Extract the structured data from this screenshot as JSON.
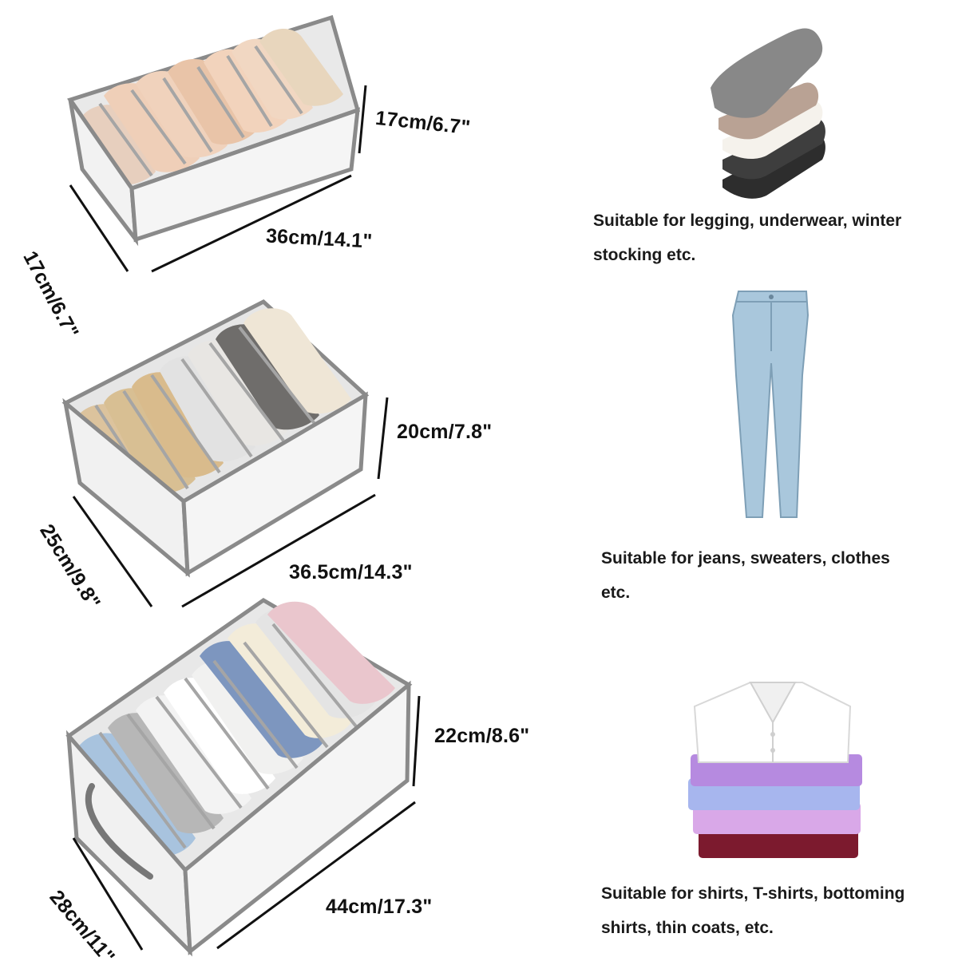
{
  "colors": {
    "box_fabric": "#f3f3f3",
    "box_trim": "#8a8a8a",
    "dimension_line": "#111111",
    "jeans": "#a9c7dc"
  },
  "organizers": [
    {
      "height_label": "17cm/6.7\"",
      "length_label": "36cm/14.1\"",
      "depth_label": "17cm/6.7\""
    },
    {
      "height_label": "20cm/7.8\"",
      "length_label": "36.5cm/14.3\"",
      "depth_label": "25cm/9.8\""
    },
    {
      "height_label": "22cm/8.6\"",
      "length_label": "44cm/17.3\"",
      "depth_label": "28cm/11\""
    }
  ],
  "uses": [
    {
      "icon": "folded-stockings-icon",
      "line1": "Suitable for legging, underwear, winter",
      "line2": "stocking etc."
    },
    {
      "icon": "jeans-icon",
      "line1": "Suitable for jeans, sweaters, clothes",
      "line2": "etc."
    },
    {
      "icon": "shirts-stack-icon",
      "line1": "Suitable for shirts, T-shirts, bottoming",
      "line2": "shirts, thin coats, etc."
    }
  ]
}
